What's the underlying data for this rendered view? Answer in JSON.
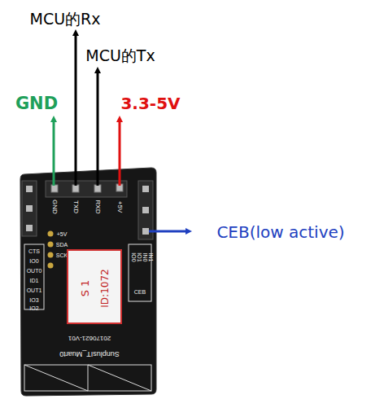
{
  "diagram": {
    "nodes": [
      {
        "text": [
          "S 1",
          "ID:1072"
        ]
      }
    ],
    "labels": [
      "MCU的Rx",
      "MCU的Tx",
      "GND",
      "3.3-5V",
      "CEB(low active)",
      "GND",
      "TXD",
      "RXD",
      "+5V",
      "+5V",
      "SDA",
      "SCK",
      "CTS",
      "IO0",
      "OUT0",
      "ID1",
      "OUT1",
      "IO3",
      "IO2",
      "IO0",
      "IO1",
      "IN0",
      "IN1",
      "CEB",
      "20170621-V01",
      "SunplusIT_Muart0"
    ]
  }
}
